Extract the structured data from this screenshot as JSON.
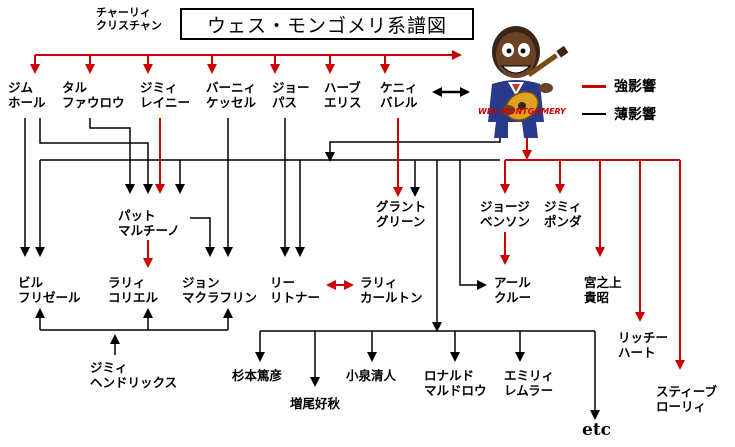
{
  "title": "ウェス・モンゴメリ系譜図",
  "portrait_caption": "WES MONTGOMERY",
  "legend": {
    "strong": {
      "label": "強影響",
      "color": "#cc0000"
    },
    "weak": {
      "label": "薄影響",
      "color": "#000000"
    }
  },
  "nodes": {
    "charlie_christian": [
      "チャーリィ",
      "クリスチャン"
    ],
    "jim_hall": [
      "ジム",
      "ホール"
    ],
    "tal_farlow": [
      "タル",
      "ファウロウ"
    ],
    "jimmy_raney": [
      "ジミィ",
      "レイニー"
    ],
    "barney_kessel": [
      "バーニィ",
      "ケッセル"
    ],
    "joe_pass": [
      "ジョー",
      "パス"
    ],
    "herb_ellis": [
      "ハーブ",
      "エリス"
    ],
    "kenny_burrell": [
      "ケニィ",
      "バレル"
    ],
    "pat_martino": [
      "パット",
      "マルチーノ"
    ],
    "grant_green": [
      "グラント",
      "グリーン"
    ],
    "george_benson": [
      "ジョージ",
      "ベンソン"
    ],
    "jimmy_ponder": [
      "ジミィ",
      "ポンダ"
    ],
    "bill_frisell": [
      "ビル",
      "フリゼール"
    ],
    "larry_coryell": [
      "ラリィ",
      "コリエル"
    ],
    "john_mclaughlin": [
      "ジョン",
      "マクラフリン"
    ],
    "lee_ritenour": [
      "リー",
      "リトナー"
    ],
    "larry_carlton": [
      "ラリィ",
      "カールトン"
    ],
    "earl_klugh": [
      "アール",
      "クルー"
    ],
    "miyanoue": [
      "宮之上",
      "貴昭"
    ],
    "ritchie_hart": [
      "リッチー",
      "ハート"
    ],
    "steve_lowery": [
      "スティーブ",
      "ローリィ"
    ],
    "jimi_hendrix": [
      "ジミィ",
      "ヘンドリックス"
    ],
    "sugimoto": [
      "杉本篤彦"
    ],
    "masuo": [
      "増尾好秋"
    ],
    "koizumi": [
      "小泉清人"
    ],
    "ronald_muldrow": [
      "ロナルド",
      "マルドロウ"
    ],
    "emily_remler": [
      "エミリィ",
      "レムラー"
    ]
  },
  "etc_label": "etc"
}
